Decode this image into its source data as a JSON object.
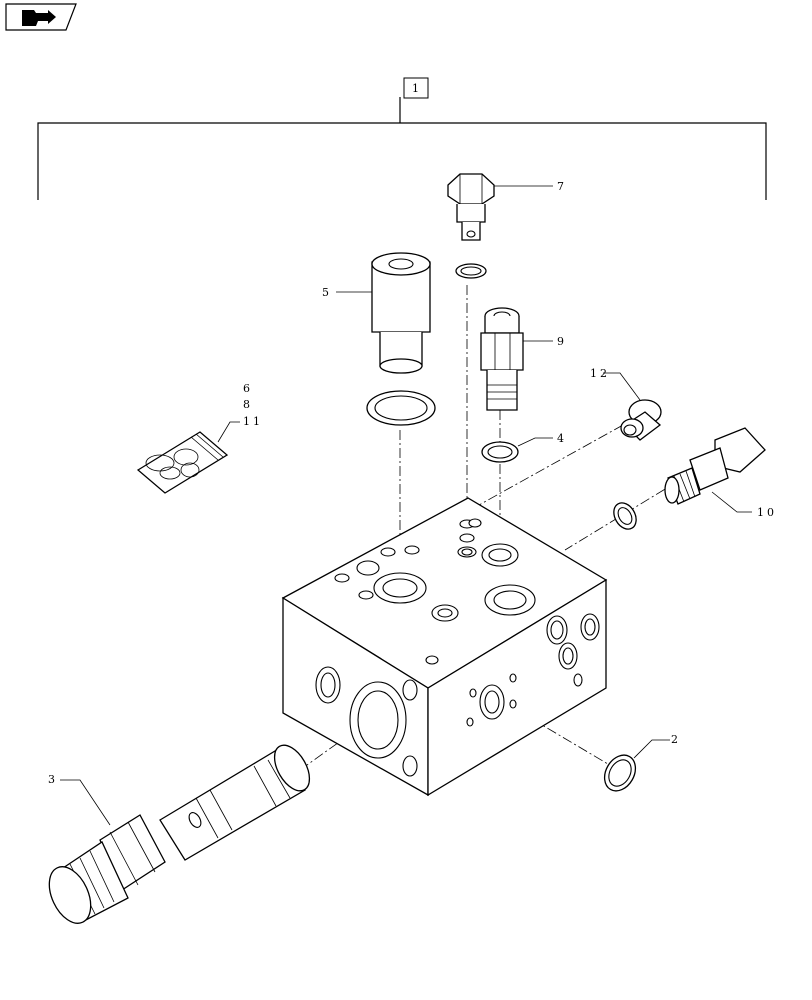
{
  "diagram_type": "exploded parts diagram",
  "nav_icon": "next-page-arrow-icon",
  "callouts": {
    "c1": "1",
    "c2": "2",
    "c3": "3",
    "c4": "4",
    "c5": "5",
    "c6": "6",
    "c7": "7",
    "c8": "8",
    "c9": "9",
    "c10": "10",
    "c11": "11",
    "c12": "12"
  },
  "parts": [
    "valve-block",
    "o-ring-2",
    "cartridge-valve-3",
    "o-ring-4",
    "plug-5",
    "seal-kit-6-8-11",
    "plug-7",
    "valve-9",
    "fitting-10",
    "plug-12"
  ]
}
